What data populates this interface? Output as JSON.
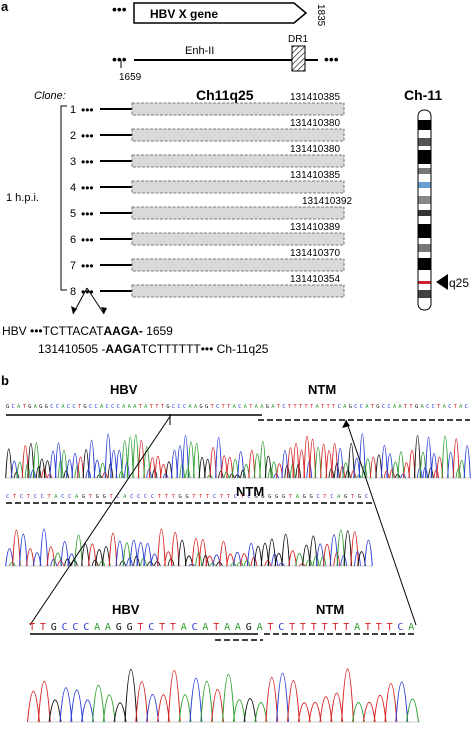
{
  "panel_a": {
    "label": "a",
    "hbv_x_gene": {
      "label": "HBV X gene",
      "pos": "1835"
    },
    "enh": {
      "label": "Enh-II",
      "dr1": "DR1",
      "pos": "1659"
    },
    "clone_label": "Clone:",
    "region_title": "Ch11q25",
    "hpi_label": "1 h.p.i.",
    "clones": [
      {
        "num": "1",
        "coord": "131410385"
      },
      {
        "num": "2",
        "coord": "131410380"
      },
      {
        "num": "3",
        "coord": "131410380"
      },
      {
        "num": "4",
        "coord": "131410385"
      },
      {
        "num": "5",
        "coord": "131410392"
      },
      {
        "num": "6",
        "coord": "131410389"
      },
      {
        "num": "7",
        "coord": "131410370"
      },
      {
        "num": "8",
        "coord": "131410354"
      }
    ],
    "chromosome": {
      "title": "Ch-11",
      "band": "q25"
    },
    "junction": {
      "line1_a": "HBV •••TCTTACAT",
      "line1_b": "AAGA-",
      "line1_c": " 1659",
      "line2_a": "131410505 -",
      "line2_b": "AAGA",
      "line2_c": "TCTTTTTT••• Ch-11q25"
    }
  },
  "panel_b": {
    "label": "b",
    "trace1": {
      "hbv_label": "HBV",
      "ntm_label": "NTM",
      "sequence": "GCATGAGGCCACCTGCCACCCAAATATTTGCCCAAGGTCTTACATAAGATCTTTTTATTTCAGCCATGCCAATTGACCTACTAC"
    },
    "trace2": {
      "ntm_label": "NTM",
      "sequence": "CTCTCCTACCAGTGGTCACCCCTTTGGTTTCTTCTCGGGGGTAGGCTCAGTGC"
    },
    "zoom": {
      "hbv_label": "HBV",
      "ntm_label": "NTM",
      "sequence": "TTGCCCAAGGTCTTACATAAGATCTTTTTTATTTCA"
    },
    "base_colors": {
      "A": "#2e9e2e",
      "C": "#2b3fd6",
      "G": "#111111",
      "T": "#d62222"
    }
  }
}
